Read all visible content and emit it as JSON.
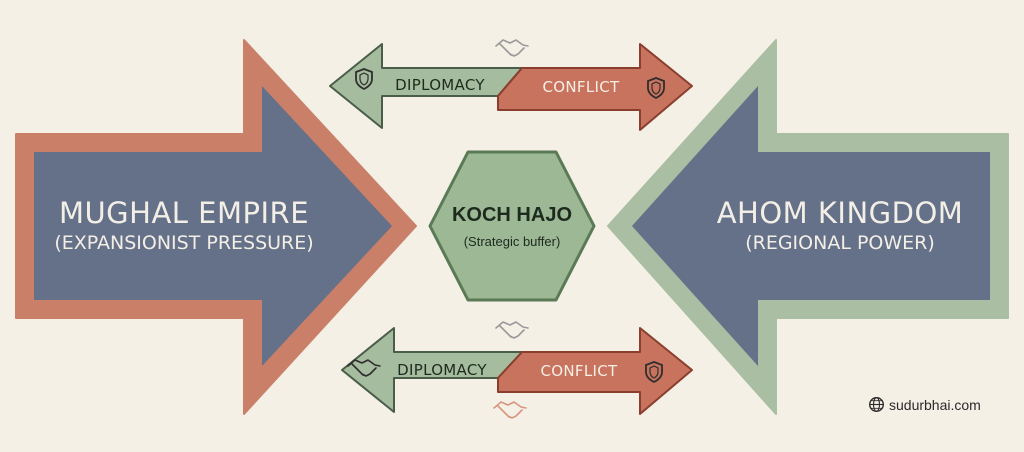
{
  "left_power": {
    "title": "MUGHAL EMPIRE",
    "subtitle": "(EXPANSIONIST PRESSURE)"
  },
  "right_power": {
    "title": "AHOM KINGDOM",
    "subtitle": "(REGIONAL POWER)"
  },
  "center": {
    "title": "KOCH HAJO",
    "subtitle": "(Strategic buffer)"
  },
  "top_relations": {
    "left_label": "DIPLOMACY",
    "right_label": "CONFLICT"
  },
  "bottom_relations": {
    "left_label": "DIPLOMACY",
    "right_label": "CONFLICT"
  },
  "credit": {
    "text": "sudurbhai.com"
  },
  "colors": {
    "background": "#f5f0e6",
    "arrow_fill": "#647189",
    "mughal_border": "#c97f68",
    "ahom_border": "#a9bea2",
    "diplomacy_fill": "#a6bc9e",
    "diplomacy_border": "#4a5d49",
    "conflict_fill": "#c8735d",
    "conflict_border": "#8a3e2e",
    "hexagon_fill": "#9cb895",
    "hexagon_border": "#5a7a55"
  },
  "icons": {
    "shield": "shield-icon",
    "handshake": "handshake-icon",
    "globe": "globe-icon"
  }
}
